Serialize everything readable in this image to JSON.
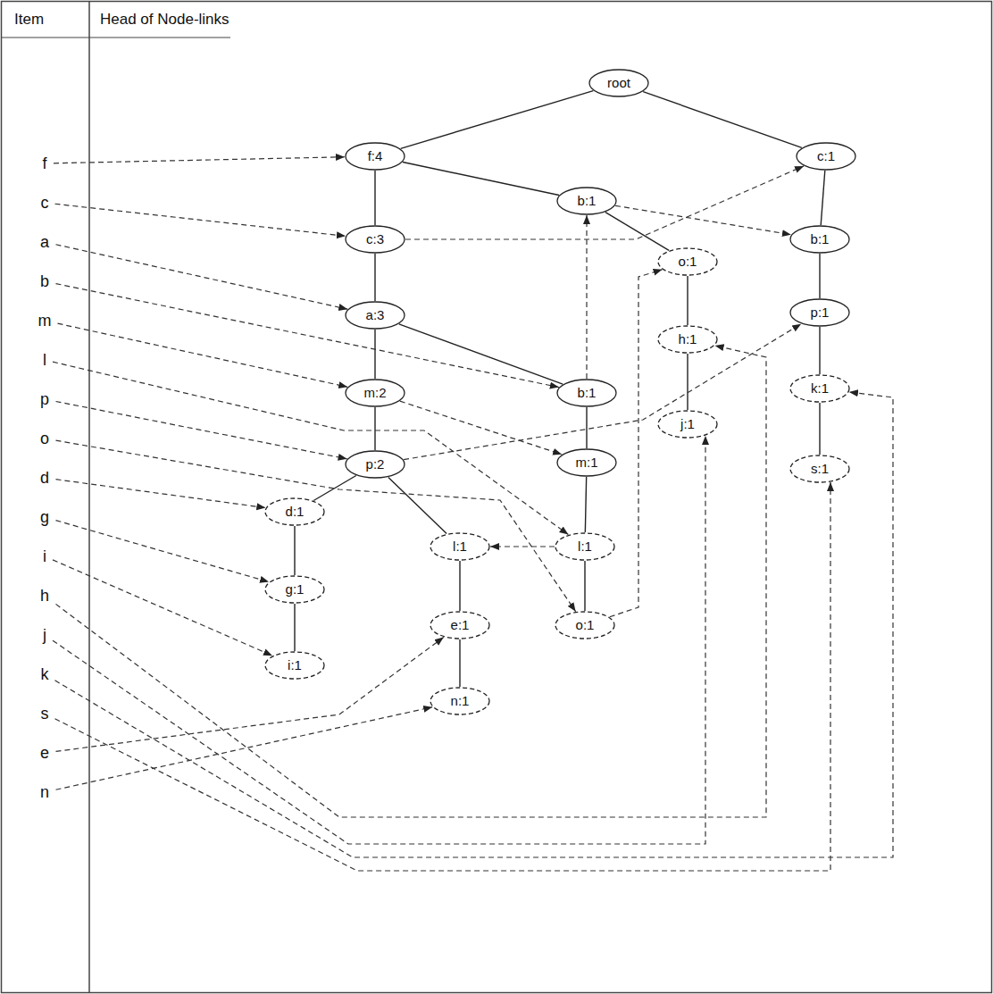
{
  "diagram": {
    "nodes": [
      {
        "text": [
          "f"
        ]
      },
      {
        "text": [
          "c"
        ]
      },
      {
        "text": [
          "a"
        ]
      },
      {
        "text": [
          "b"
        ]
      },
      {
        "text": [
          "m"
        ]
      },
      {
        "text": [
          "l"
        ]
      },
      {
        "text": [
          "p"
        ]
      },
      {
        "text": [
          "o"
        ]
      },
      {
        "text": [
          "d"
        ]
      },
      {
        "text": [
          "g"
        ]
      },
      {
        "text": [
          "i"
        ]
      },
      {
        "text": [
          "h"
        ]
      },
      {
        "text": [
          "j"
        ]
      },
      {
        "text": [
          "k"
        ]
      },
      {
        "text": [
          "s"
        ]
      },
      {
        "text": [
          "e"
        ]
      },
      {
        "text": [
          "n"
        ]
      },
      {
        "text": [
          "root"
        ]
      },
      {
        "text": [
          "f:4"
        ]
      },
      {
        "text": [
          "c:1"
        ]
      },
      {
        "text": [
          "b:1"
        ]
      },
      {
        "text": [
          "c:3"
        ]
      },
      {
        "text": [
          "b:1"
        ]
      },
      {
        "text": [
          "o:1"
        ]
      },
      {
        "text": [
          "a:3"
        ]
      },
      {
        "text": [
          "p:1"
        ]
      },
      {
        "text": [
          "h:1"
        ]
      },
      {
        "text": [
          "b:1"
        ]
      },
      {
        "text": [
          "m:2"
        ]
      },
      {
        "text": [
          "k:1"
        ]
      },
      {
        "text": [
          "j:1"
        ]
      },
      {
        "text": [
          "m:1"
        ]
      },
      {
        "text": [
          "p:2"
        ]
      },
      {
        "text": [
          "s:1"
        ]
      },
      {
        "text": [
          "d:1"
        ]
      },
      {
        "text": [
          "l:1"
        ]
      },
      {
        "text": [
          "l:1"
        ]
      },
      {
        "text": [
          "g:1"
        ]
      },
      {
        "text": [
          "e:1"
        ]
      },
      {
        "text": [
          "o:1"
        ]
      },
      {
        "text": [
          "i:1"
        ]
      },
      {
        "text": [
          "n:1"
        ]
      }
    ],
    "edges": [
      {
        "from": 17,
        "to": 18,
        "arrow": "none"
      },
      {
        "from": 17,
        "to": 19,
        "arrow": "none"
      },
      {
        "from": 18,
        "to": 21,
        "arrow": "none"
      },
      {
        "from": 18,
        "to": 20,
        "arrow": "none"
      },
      {
        "from": 21,
        "to": 24,
        "arrow": "none"
      },
      {
        "from": 24,
        "to": 28,
        "arrow": "none"
      },
      {
        "from": 24,
        "to": 27,
        "arrow": "none"
      },
      {
        "from": 28,
        "to": 32,
        "arrow": "none"
      },
      {
        "from": 32,
        "to": 34,
        "arrow": "none"
      },
      {
        "from": 32,
        "to": 35,
        "arrow": "none"
      },
      {
        "from": 34,
        "to": 37,
        "arrow": "none"
      },
      {
        "from": 37,
        "to": 40,
        "arrow": "none"
      },
      {
        "from": 35,
        "to": 38,
        "arrow": "none"
      },
      {
        "from": 38,
        "to": 41,
        "arrow": "none"
      },
      {
        "from": 20,
        "to": 23,
        "arrow": "none"
      },
      {
        "from": 23,
        "to": 26,
        "arrow": "none"
      },
      {
        "from": 26,
        "to": 30,
        "arrow": "none"
      },
      {
        "from": 27,
        "to": 31,
        "arrow": "none"
      },
      {
        "from": 31,
        "to": 36,
        "arrow": "none"
      },
      {
        "from": 36,
        "to": 39,
        "arrow": "none"
      },
      {
        "from": 19,
        "to": 22,
        "arrow": "none"
      },
      {
        "from": 22,
        "to": 25,
        "arrow": "none"
      },
      {
        "from": 25,
        "to": 29,
        "arrow": "none"
      },
      {
        "from": 29,
        "to": 33,
        "arrow": "none"
      },
      {
        "from": 0,
        "to": 18,
        "arrow": "to"
      },
      {
        "from": 1,
        "to": 21,
        "arrow": "to"
      },
      {
        "from": 21,
        "to": 19,
        "arrow": "to"
      },
      {
        "from": 2,
        "to": 24,
        "arrow": "to"
      },
      {
        "from": 3,
        "to": 27,
        "arrow": "to"
      },
      {
        "from": 27,
        "to": 20,
        "arrow": "to"
      },
      {
        "from": 20,
        "to": 22,
        "arrow": "to"
      },
      {
        "from": 4,
        "to": 28,
        "arrow": "to"
      },
      {
        "from": 28,
        "to": 31,
        "arrow": "to"
      },
      {
        "from": 5,
        "to": 36,
        "arrow": "to"
      },
      {
        "from": 36,
        "to": 35,
        "arrow": "to"
      },
      {
        "from": 6,
        "to": 32,
        "arrow": "to"
      },
      {
        "from": 32,
        "to": 25,
        "arrow": "to"
      },
      {
        "from": 7,
        "to": 39,
        "arrow": "to"
      },
      {
        "from": 39,
        "to": 23,
        "arrow": "to"
      },
      {
        "from": 8,
        "to": 34,
        "arrow": "to"
      },
      {
        "from": 9,
        "to": 37,
        "arrow": "to"
      },
      {
        "from": 10,
        "to": 40,
        "arrow": "to"
      },
      {
        "from": 11,
        "to": 26,
        "arrow": "to"
      },
      {
        "from": 12,
        "to": 30,
        "arrow": "to"
      },
      {
        "from": 13,
        "to": 29,
        "arrow": "to"
      },
      {
        "from": 14,
        "to": 33,
        "arrow": "to"
      },
      {
        "from": 15,
        "to": 38,
        "arrow": "to"
      },
      {
        "from": 16,
        "to": 41,
        "arrow": "to"
      }
    ],
    "labels": [
      "Item",
      "Head of Node-links"
    ]
  }
}
